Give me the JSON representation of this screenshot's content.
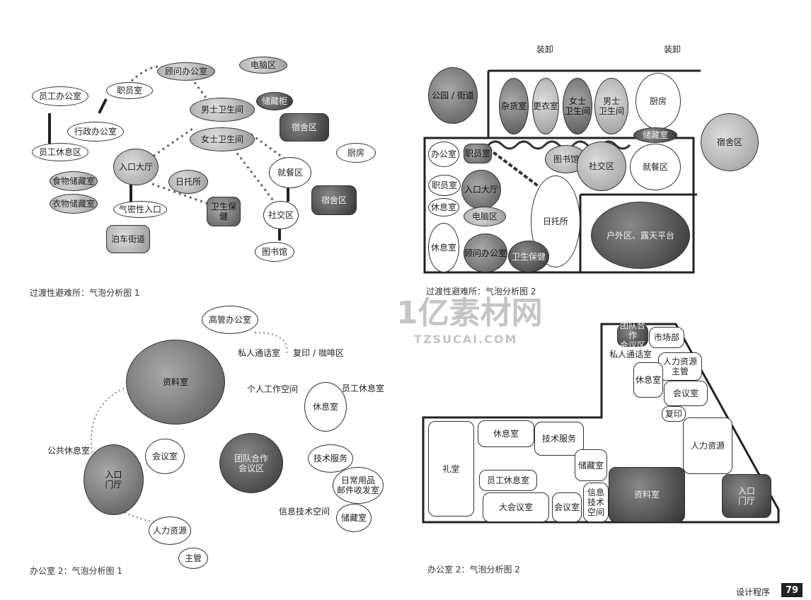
{
  "panels": [
    {
      "caption": "过渡性避难所：气泡分析图 1",
      "labels": [
        "顾问办公室",
        "电脑区",
        "职员室",
        "员工办公室",
        "男士卫生间",
        "储藏柜",
        "行政办公室",
        "女士卫生间",
        "宿舍区",
        "员工休息区",
        "入口大厅",
        "厨房",
        "就餐区",
        "日托所",
        "食物储藏室",
        "衣物储藏室",
        "气密性入口",
        "卫生保健",
        "社交区",
        "宿舍区",
        "泊车街道",
        "图书馆"
      ]
    },
    {
      "caption": "过渡性避难所：气泡分析图 2",
      "labels": [
        "装卸",
        "装卸",
        "公园 / 街道",
        "杂货室",
        "更衣室",
        "女士\n卫生间",
        "男士\n卫生间",
        "厨房",
        "储藏室",
        "宿舍区",
        "办公室",
        "职员室",
        "图书馆",
        "社交区",
        "就餐区",
        "职员室",
        "入口大厅",
        "休息室",
        "电脑区",
        "日托所",
        "户外区、露天平台",
        "休息室",
        "顾问办公室",
        "卫生保健"
      ]
    },
    {
      "caption": "办公室 2：气泡分析图 1",
      "labels": [
        "高管办公室",
        "私人通话室",
        "复印 / 咖啡区",
        "资料室",
        "个人工作空间",
        "员工休息室",
        "休息室",
        "公共休息室",
        "会议室",
        "团队合作\n会议区",
        "技术服务",
        "日常用品\n邮件收发室",
        "入口\n门厅",
        "信息技术空间",
        "储藏室",
        "人力资源",
        "主管"
      ]
    },
    {
      "caption": "办公室 2：气泡分析图 2",
      "labels": [
        "团队合作\n会议区",
        "市场部",
        "私人通话室",
        "人力资源\n主管",
        "休息室",
        "会议室",
        "复印",
        "休息室",
        "技术服务",
        "人力资源",
        "礼堂",
        "储藏室",
        "员工休息室",
        "资料室",
        "入口\n门厅",
        "大会议室",
        "会议室",
        "信息\n技术\n空间"
      ]
    }
  ],
  "footer": {
    "section": "设计程序",
    "page_number": "79"
  },
  "watermark": {
    "brand": "1亿素材网",
    "url": "TZSUCAI.COM"
  }
}
